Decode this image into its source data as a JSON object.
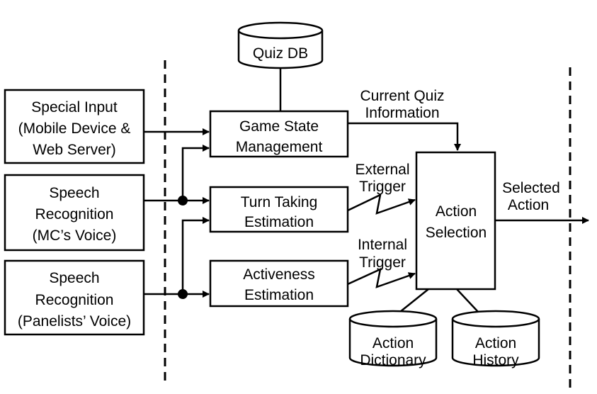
{
  "diagram": {
    "nodes": {
      "quiz_db": "Quiz DB",
      "special_input": [
        "Special Input",
        "(Mobile Device &",
        "Web Server)"
      ],
      "speech_mc": [
        "Speech",
        "Recognition",
        "(MC’s Voice)"
      ],
      "speech_panel": [
        "Speech",
        "Recognition",
        "(Panelists’ Voice)"
      ],
      "game_state": [
        "Game State",
        "Management"
      ],
      "turn_taking": [
        "Turn Taking",
        "Estimation"
      ],
      "activeness": [
        "Activeness",
        "Estimation"
      ],
      "action_selection": [
        "Action",
        "Selection"
      ],
      "action_dictionary": [
        "Action",
        "Dictionary"
      ],
      "action_history": [
        "Action",
        "History"
      ]
    },
    "edge_labels": {
      "current_quiz": [
        "Current Quiz",
        "Information"
      ],
      "external_trigger": [
        "External",
        "Trigger"
      ],
      "internal_trigger": [
        "Internal",
        "Trigger"
      ],
      "selected_action": [
        "Selected",
        "Action"
      ]
    }
  }
}
